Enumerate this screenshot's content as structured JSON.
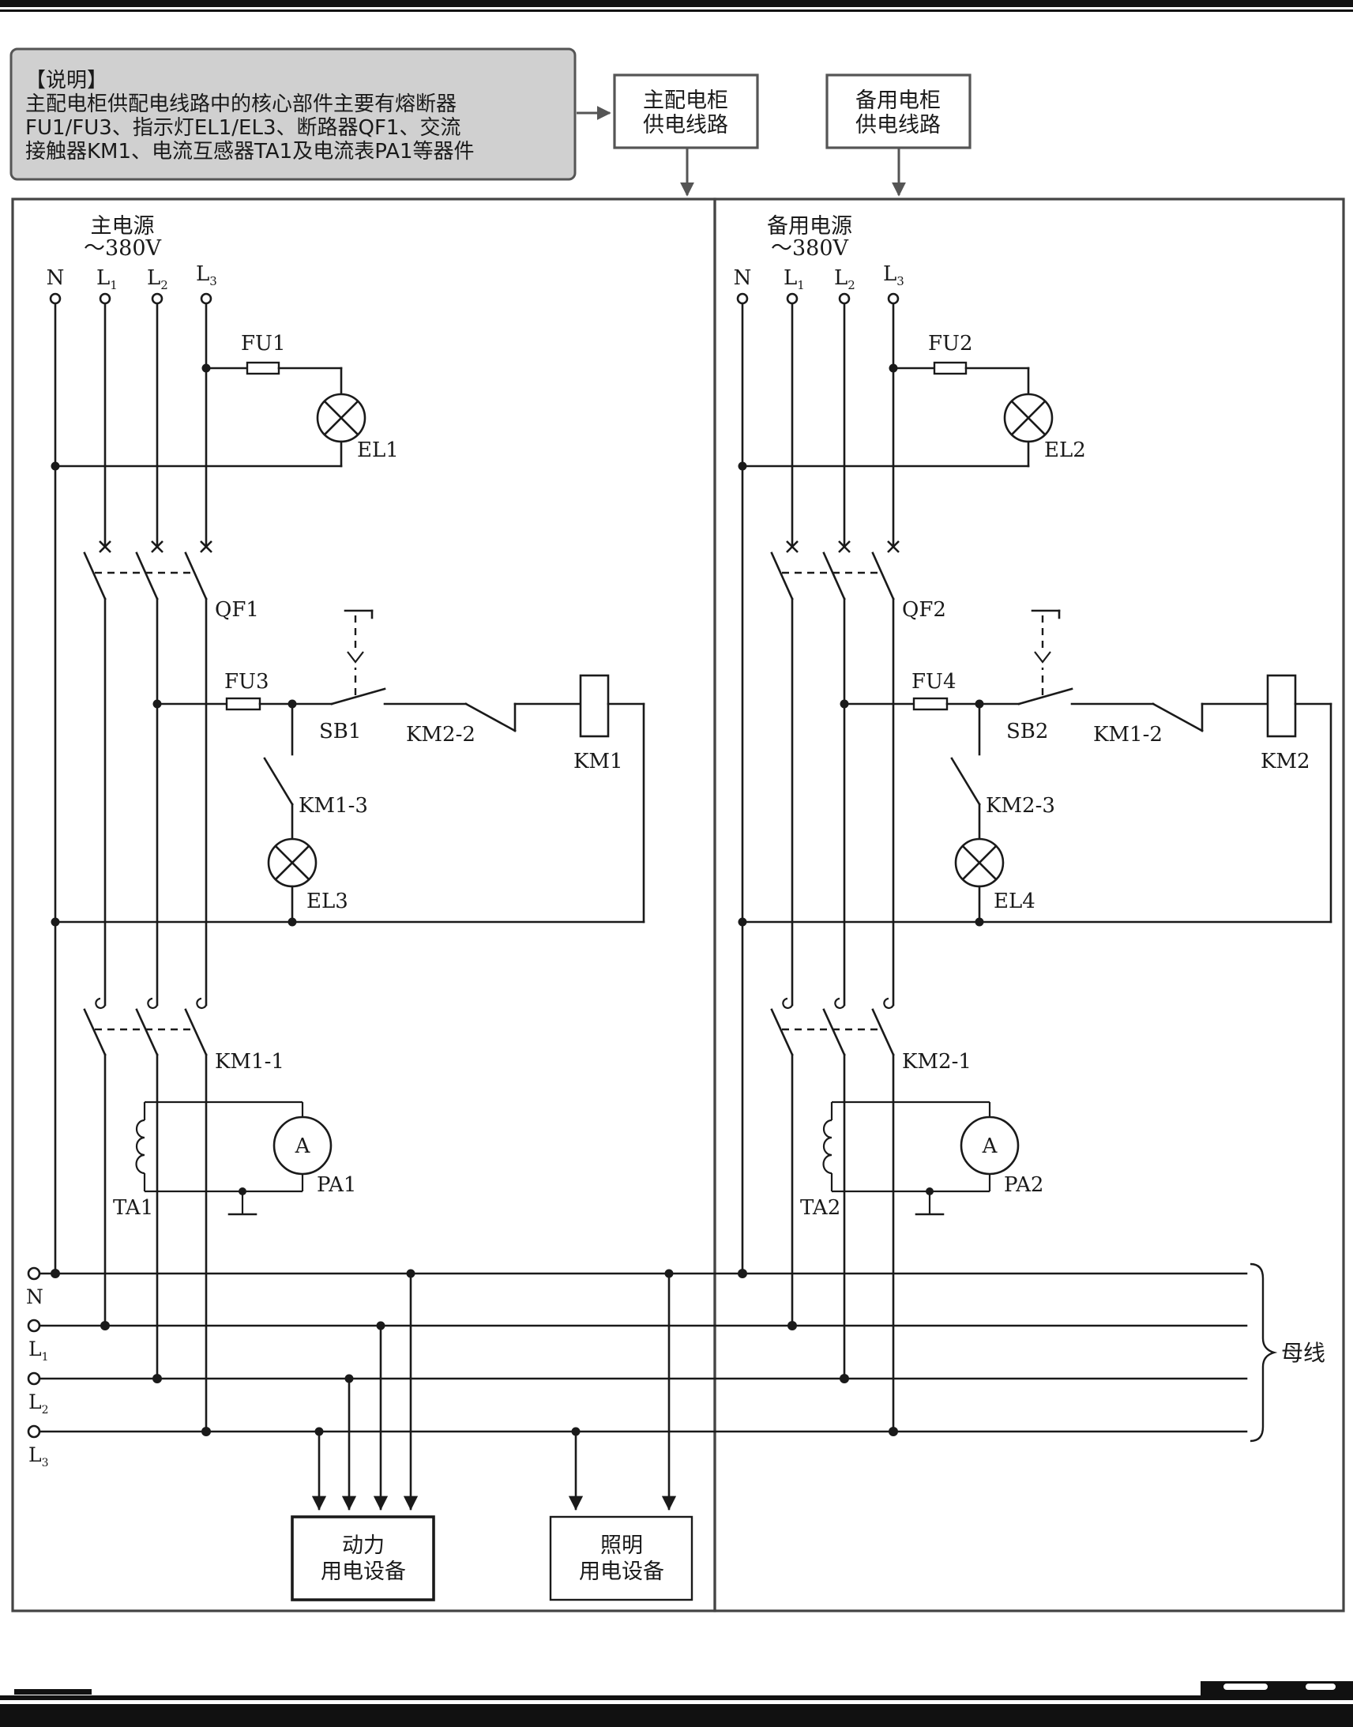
{
  "note": {
    "title": "【说明】",
    "lines": [
      "主配电柜供配电线路中的核心部件主要有熔断器",
      "FU1/FU3、指示灯EL1/EL3、断路器QF1、交流",
      "接触器KM1、电流互感器TA1及电流表PA1等器件"
    ]
  },
  "cabinets": {
    "main": {
      "line1": "主配电柜",
      "line2": "供电线路"
    },
    "backup": {
      "line1": "备用电柜",
      "line2": "供电线路"
    }
  },
  "main_panel": {
    "source_line1": "主电源",
    "source_line2": "～380V",
    "fuse_lamp": "FU1",
    "lamp_source": "EL1",
    "breaker": "QF1",
    "fuse_ctrl": "FU3",
    "button": "SB1",
    "interlock": "KM2-2",
    "coil": "KM1",
    "aux_contact": "KM1-3",
    "lamp_run": "EL3",
    "main_contact": "KM1-1",
    "ct": "TA1",
    "ammeter": "PA1",
    "ammeter_symbol": "A"
  },
  "backup_panel": {
    "source_line1": "备用电源",
    "source_line2": "～380V",
    "fuse_lamp": "FU2",
    "lamp_source": "EL2",
    "breaker": "QF2",
    "fuse_ctrl": "FU4",
    "button": "SB2",
    "interlock": "KM1-2",
    "coil": "KM2",
    "aux_contact": "KM2-3",
    "lamp_run": "EL4",
    "main_contact": "KM2-1",
    "ct": "TA2",
    "ammeter": "PA2",
    "ammeter_symbol": "A"
  },
  "phases": {
    "n": "N",
    "l1": "L",
    "l2": "L",
    "l3": "L",
    "s1": "1",
    "s2": "2",
    "s3": "3"
  },
  "busbar_label": "母线",
  "loads": {
    "power": {
      "line1": "动力",
      "line2": "用电设备"
    },
    "lighting": {
      "line1": "照明",
      "line2": "用电设备"
    }
  }
}
